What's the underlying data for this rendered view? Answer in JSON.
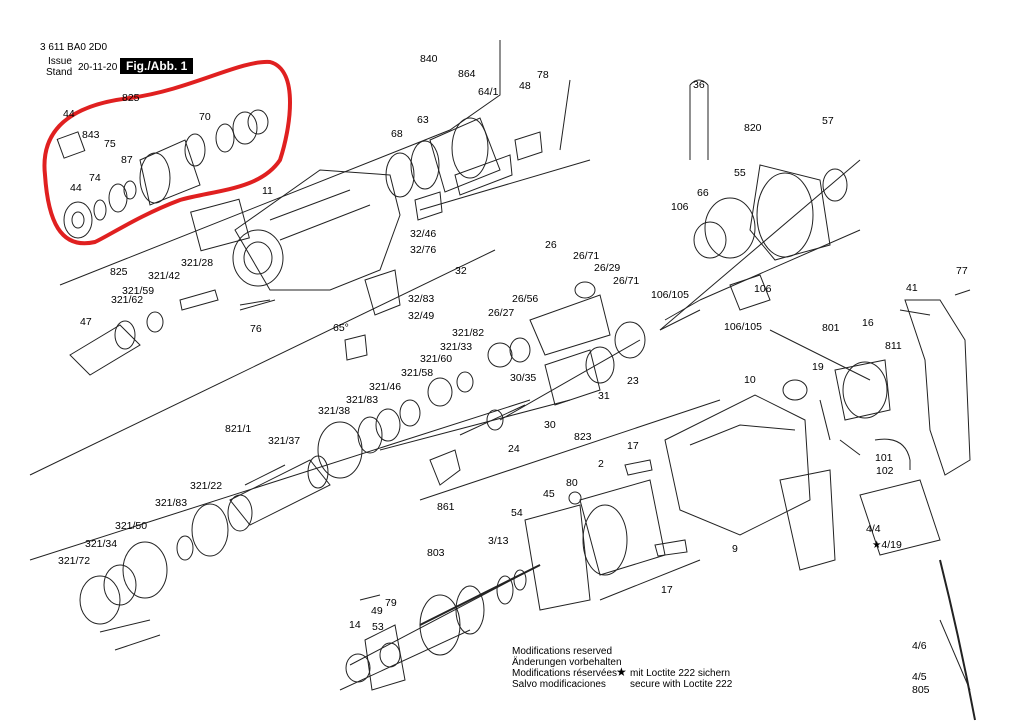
{
  "header": {
    "doc_number": "3 611 BA0 2D0",
    "issue_label_en": "Issue",
    "issue_label_de": "Stand",
    "issue_date": "20-11-20",
    "figure_label": "Fig./Abb. 1"
  },
  "highlight_color": "#e02020",
  "parts": [
    {
      "id": "44a",
      "label": "44"
    },
    {
      "id": "825a",
      "label": "825"
    },
    {
      "id": "843",
      "label": "843"
    },
    {
      "id": "70",
      "label": "70"
    },
    {
      "id": "75",
      "label": "75"
    },
    {
      "id": "87",
      "label": "87"
    },
    {
      "id": "74",
      "label": "74"
    },
    {
      "id": "44b",
      "label": "44"
    },
    {
      "id": "840",
      "label": "840"
    },
    {
      "id": "864",
      "label": "864"
    },
    {
      "id": "64_1",
      "label": "64/1"
    },
    {
      "id": "78",
      "label": "78"
    },
    {
      "id": "48",
      "label": "48"
    },
    {
      "id": "68",
      "label": "68"
    },
    {
      "id": "63",
      "label": "63"
    },
    {
      "id": "11",
      "label": "11"
    },
    {
      "id": "36",
      "label": "36"
    },
    {
      "id": "820",
      "label": "820"
    },
    {
      "id": "57",
      "label": "57"
    },
    {
      "id": "66",
      "label": "66"
    },
    {
      "id": "55",
      "label": "55"
    },
    {
      "id": "106a",
      "label": "106"
    },
    {
      "id": "32_46",
      "label": "32/46"
    },
    {
      "id": "32_76",
      "label": "32/76"
    },
    {
      "id": "26",
      "label": "26"
    },
    {
      "id": "26_71a",
      "label": "26/71"
    },
    {
      "id": "26_29",
      "label": "26/29"
    },
    {
      "id": "26_71b",
      "label": "26/71"
    },
    {
      "id": "32",
      "label": "32"
    },
    {
      "id": "106_105a",
      "label": "106/105"
    },
    {
      "id": "106b",
      "label": "106"
    },
    {
      "id": "106_105b",
      "label": "106/105"
    },
    {
      "id": "77",
      "label": "77"
    },
    {
      "id": "825b",
      "label": "825"
    },
    {
      "id": "321_28",
      "label": "321/28"
    },
    {
      "id": "321_42",
      "label": "321/42"
    },
    {
      "id": "321_59",
      "label": "321/59"
    },
    {
      "id": "321_62",
      "label": "321/62"
    },
    {
      "id": "47",
      "label": "47"
    },
    {
      "id": "76",
      "label": "76"
    },
    {
      "id": "65deg",
      "label": "65°"
    },
    {
      "id": "32_83",
      "label": "32/83"
    },
    {
      "id": "32_49",
      "label": "32/49"
    },
    {
      "id": "26_56",
      "label": "26/56"
    },
    {
      "id": "26_27",
      "label": "26/27"
    },
    {
      "id": "41",
      "label": "41"
    },
    {
      "id": "801",
      "label": "801"
    },
    {
      "id": "16",
      "label": "16"
    },
    {
      "id": "811",
      "label": "811"
    },
    {
      "id": "321_82",
      "label": "321/82"
    },
    {
      "id": "321_33",
      "label": "321/33"
    },
    {
      "id": "321_60",
      "label": "321/60"
    },
    {
      "id": "321_58",
      "label": "321/58"
    },
    {
      "id": "321_46",
      "label": "321/46"
    },
    {
      "id": "321_83",
      "label": "321/83"
    },
    {
      "id": "321_38",
      "label": "321/38"
    },
    {
      "id": "30_35",
      "label": "30/35"
    },
    {
      "id": "31",
      "label": "31"
    },
    {
      "id": "23",
      "label": "23"
    },
    {
      "id": "19",
      "label": "19"
    },
    {
      "id": "10",
      "label": "10"
    },
    {
      "id": "30",
      "label": "30"
    },
    {
      "id": "823",
      "label": "823"
    },
    {
      "id": "821_1",
      "label": "821/1"
    },
    {
      "id": "321_37",
      "label": "321/37"
    },
    {
      "id": "24",
      "label": "24"
    },
    {
      "id": "17a",
      "label": "17"
    },
    {
      "id": "101",
      "label": "101"
    },
    {
      "id": "102",
      "label": "102"
    },
    {
      "id": "2",
      "label": "2"
    },
    {
      "id": "861",
      "label": "861"
    },
    {
      "id": "321_22",
      "label": "321/22"
    },
    {
      "id": "80",
      "label": "80"
    },
    {
      "id": "45",
      "label": "45"
    },
    {
      "id": "321_83b",
      "label": "321/83"
    },
    {
      "id": "54",
      "label": "54"
    },
    {
      "id": "321_50",
      "label": "321/50"
    },
    {
      "id": "321_34",
      "label": "321/34"
    },
    {
      "id": "321_72",
      "label": "321/72"
    },
    {
      "id": "3_13",
      "label": "3/13"
    },
    {
      "id": "803",
      "label": "803"
    },
    {
      "id": "9",
      "label": "9"
    },
    {
      "id": "4_4",
      "label": "4/4"
    },
    {
      "id": "4_19",
      "label": "4/19"
    },
    {
      "id": "17b",
      "label": "17"
    },
    {
      "id": "79",
      "label": "79"
    },
    {
      "id": "49",
      "label": "49"
    },
    {
      "id": "53",
      "label": "53"
    },
    {
      "id": "14",
      "label": "14"
    },
    {
      "id": "4_6",
      "label": "4/6"
    },
    {
      "id": "4_5",
      "label": "4/5"
    },
    {
      "id": "805",
      "label": "805"
    }
  ],
  "notes": {
    "lines": [
      "Modifications reserved",
      "Änderungen vorbehalten",
      "Modifications réservées",
      "Salvo modificaciones"
    ],
    "loctite_de": "mit Loctite 222 sichern",
    "loctite_en": "secure with Loctite 222",
    "star_symbol": "★",
    "star_part_prefix": "★"
  }
}
